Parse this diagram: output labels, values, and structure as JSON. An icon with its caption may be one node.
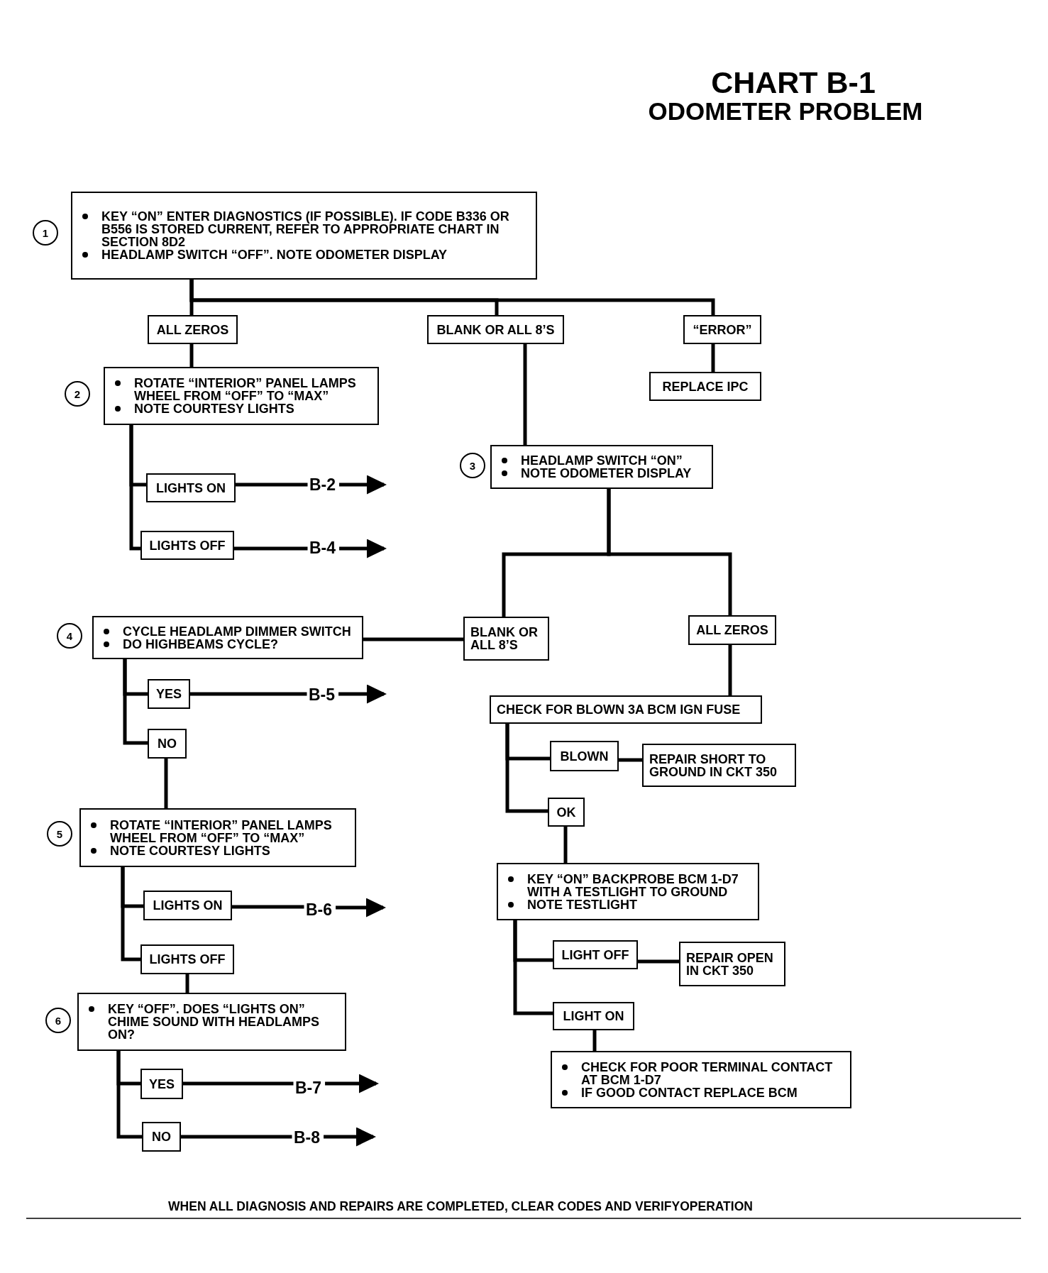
{
  "diagram": {
    "title": "CHART B-1",
    "nodes": [
      {
        "text": [
          "KEY “ON” ENTER DIAGNOSTICS (IF POSSIBLE). IF CODE B336 OR B556 IS STORED CURRENT, REFER TO APPROPRIATE CHART IN SECTION 8D2",
          "HEADLAMP SWITCH “OFF”. NOTE ODOMETER DISPLAY"
        ],
        "beside": [
          "1"
        ]
      },
      {
        "text": [
          "ALL ZEROS"
        ]
      },
      {
        "text": [
          "BLANK OR ALL 8’S"
        ]
      },
      {
        "text": [
          "“ERROR”"
        ]
      },
      {
        "text": [
          "REPLACE IPC"
        ]
      },
      {
        "text": [
          "ROTATE “INTERIOR” PANEL LAMPS WHEEL FROM “OFF” TO “MAX”",
          "NOTE COURTESY LIGHTS"
        ],
        "beside": [
          "2"
        ]
      },
      {
        "text": [
          "HEADLAMP SWITCH “ON”",
          "NOTE ODOMETER DISPLAY"
        ],
        "beside": [
          "3"
        ]
      },
      {
        "text": [
          "LIGHTS ON"
        ]
      },
      {
        "text": [
          "B-2"
        ]
      },
      {
        "text": [
          "LIGHTS OFF"
        ]
      },
      {
        "text": [
          "B-4"
        ]
      },
      {
        "text": [
          "BLANK OR ALL 8’S"
        ]
      },
      {
        "text": [
          "ALL ZEROS"
        ]
      },
      {
        "text": [
          "CYCLE HEADLAMP DIMMER SWITCH",
          "DO HIGHBEAMS CYCLE?"
        ],
        "beside": [
          "4"
        ]
      },
      {
        "text": [
          "YES"
        ]
      },
      {
        "text": [
          "B-5"
        ]
      },
      {
        "text": [
          "CHECK FOR BLOWN 3A BCM IGN FUSE"
        ]
      },
      {
        "text": [
          "NO"
        ]
      },
      {
        "text": [
          "BLOWN"
        ]
      },
      {
        "text": [
          "REPAIR SHORT TO GROUND IN CKT 350"
        ]
      },
      {
        "text": [
          "OK"
        ]
      },
      {
        "text": [
          "ROTATE “INTERIOR” PANEL LAMPS WHEEL FROM “OFF” TO “MAX”",
          "NOTE COURTESY LIGHTS"
        ],
        "beside": [
          "5"
        ]
      },
      {
        "text": [
          "KEY “ON” BACKPROBE BCM 1-D7 WITH A TESTLIGHT TO GROUND",
          "NOTE TESTLIGHT"
        ]
      },
      {
        "text": [
          "LIGHTS ON"
        ]
      },
      {
        "text": [
          "B-6"
        ]
      },
      {
        "text": [
          "LIGHT OFF"
        ]
      },
      {
        "text": [
          "REPAIR OPEN IN CKT 350"
        ]
      },
      {
        "text": [
          "LIGHTS OFF"
        ]
      },
      {
        "text": [
          "LIGHT ON"
        ]
      },
      {
        "text": [
          "KEY “OFF”. DOES “LIGHTS ON” CHIME SOUND WITH HEADLAMPS ON?"
        ],
        "beside": [
          "6"
        ]
      },
      {
        "text": [
          "CHECK FOR POOR TERMINAL CONTACT AT BCM 1-D7",
          "IF GOOD CONTACT REPLACE BCM"
        ]
      },
      {
        "text": [
          "YES"
        ]
      },
      {
        "text": [
          "B-7"
        ]
      },
      {
        "text": [
          "NO"
        ]
      },
      {
        "text": [
          "B-8"
        ]
      }
    ],
    "edges": [
      {
        "from": 0,
        "to": 1,
        "arrow": "none"
      },
      {
        "from": 0,
        "to": 2,
        "arrow": "none"
      },
      {
        "from": 0,
        "to": 3,
        "arrow": "none"
      },
      {
        "from": 3,
        "to": 4,
        "arrow": "none"
      },
      {
        "from": 1,
        "to": 5,
        "arrow": "none"
      },
      {
        "from": 2,
        "to": 6,
        "arrow": "none"
      },
      {
        "from": 5,
        "to": 7,
        "arrow": "none"
      },
      {
        "from": 5,
        "to": 9,
        "arrow": "none"
      },
      {
        "from": 7,
        "to": 8,
        "arrow": "none"
      },
      {
        "from": 8,
        "to": null,
        "arrow": "to"
      },
      {
        "from": 9,
        "to": 10,
        "arrow": "none"
      },
      {
        "from": 10,
        "to": null,
        "arrow": "to"
      },
      {
        "from": 6,
        "to": 11,
        "arrow": "none"
      },
      {
        "from": 6,
        "to": 12,
        "arrow": "none"
      },
      {
        "from": 11,
        "to": 13,
        "arrow": "none"
      },
      {
        "from": 12,
        "to": 16,
        "arrow": "none"
      },
      {
        "from": 13,
        "to": 14,
        "arrow": "none"
      },
      {
        "from": 13,
        "to": 17,
        "arrow": "none"
      },
      {
        "from": 14,
        "to": 15,
        "arrow": "none"
      },
      {
        "from": 15,
        "to": null,
        "arrow": "to"
      },
      {
        "from": 16,
        "to": 18,
        "arrow": "none"
      },
      {
        "from": 16,
        "to": 20,
        "arrow": "none"
      },
      {
        "from": 18,
        "to": 19,
        "arrow": "none"
      },
      {
        "from": 17,
        "to": 21,
        "arrow": "none"
      },
      {
        "from": 20,
        "to": 22,
        "arrow": "none"
      },
      {
        "from": 21,
        "to": 23,
        "arrow": "none"
      },
      {
        "from": 21,
        "to": 27,
        "arrow": "none"
      },
      {
        "from": 23,
        "to": 24,
        "arrow": "none"
      },
      {
        "from": 24,
        "to": null,
        "arrow": "to"
      },
      {
        "from": 22,
        "to": 25,
        "arrow": "none"
      },
      {
        "from": 22,
        "to": 28,
        "arrow": "none"
      },
      {
        "from": 25,
        "to": 26,
        "arrow": "none"
      },
      {
        "from": 27,
        "to": 29,
        "arrow": "none"
      },
      {
        "from": 28,
        "to": 30,
        "arrow": "none"
      },
      {
        "from": 29,
        "to": 31,
        "arrow": "none"
      },
      {
        "from": 29,
        "to": 33,
        "arrow": "none"
      },
      {
        "from": 31,
        "to": 32,
        "arrow": "none"
      },
      {
        "from": 32,
        "to": null,
        "arrow": "to"
      },
      {
        "from": 33,
        "to": 34,
        "arrow": "none"
      },
      {
        "from": 34,
        "to": null,
        "arrow": "to"
      }
    ],
    "labels": [
      "ODOMETER PROBLEM",
      "WHEN ALL DIAGNOSIS AND REPAIRS ARE COMPLETED, CLEAR CODES AND VERIFYOPERATION"
    ]
  }
}
